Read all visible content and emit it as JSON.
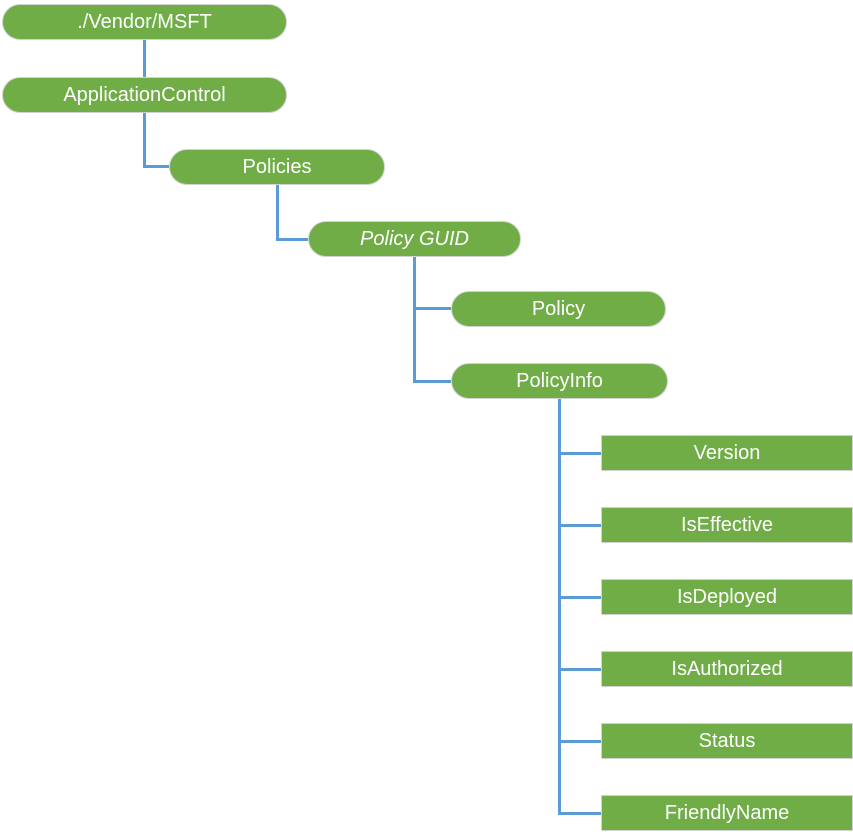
{
  "colors": {
    "background": "#FFFFFF",
    "node_fill": "#70AD47",
    "node_border": "#D2D2D2",
    "node_text": "#FFFFFF",
    "connector": "#5B9BD5"
  },
  "tree": {
    "nodes": [
      {
        "id": "vendor-msft",
        "label": "./Vendor/MSFT",
        "shape": "pill",
        "italic": false,
        "level": 0
      },
      {
        "id": "application-control",
        "label": "ApplicationControl",
        "shape": "pill",
        "italic": false,
        "level": 1
      },
      {
        "id": "policies",
        "label": "Policies",
        "shape": "pill",
        "italic": false,
        "level": 2
      },
      {
        "id": "policy-guid",
        "label": "Policy GUID",
        "shape": "pill",
        "italic": true,
        "level": 3
      },
      {
        "id": "policy",
        "label": "Policy",
        "shape": "pill",
        "italic": false,
        "level": 4
      },
      {
        "id": "policy-info",
        "label": "PolicyInfo",
        "shape": "pill",
        "italic": false,
        "level": 4
      },
      {
        "id": "version",
        "label": "Version",
        "shape": "rect",
        "italic": false,
        "level": 5
      },
      {
        "id": "is-effective",
        "label": "IsEffective",
        "shape": "rect",
        "italic": false,
        "level": 5
      },
      {
        "id": "is-deployed",
        "label": "IsDeployed",
        "shape": "rect",
        "italic": false,
        "level": 5
      },
      {
        "id": "is-authorized",
        "label": "IsAuthorized",
        "shape": "rect",
        "italic": false,
        "level": 5
      },
      {
        "id": "status",
        "label": "Status",
        "shape": "rect",
        "italic": false,
        "level": 5
      },
      {
        "id": "friendly-name",
        "label": "FriendlyName",
        "shape": "rect",
        "italic": false,
        "level": 5
      }
    ]
  }
}
